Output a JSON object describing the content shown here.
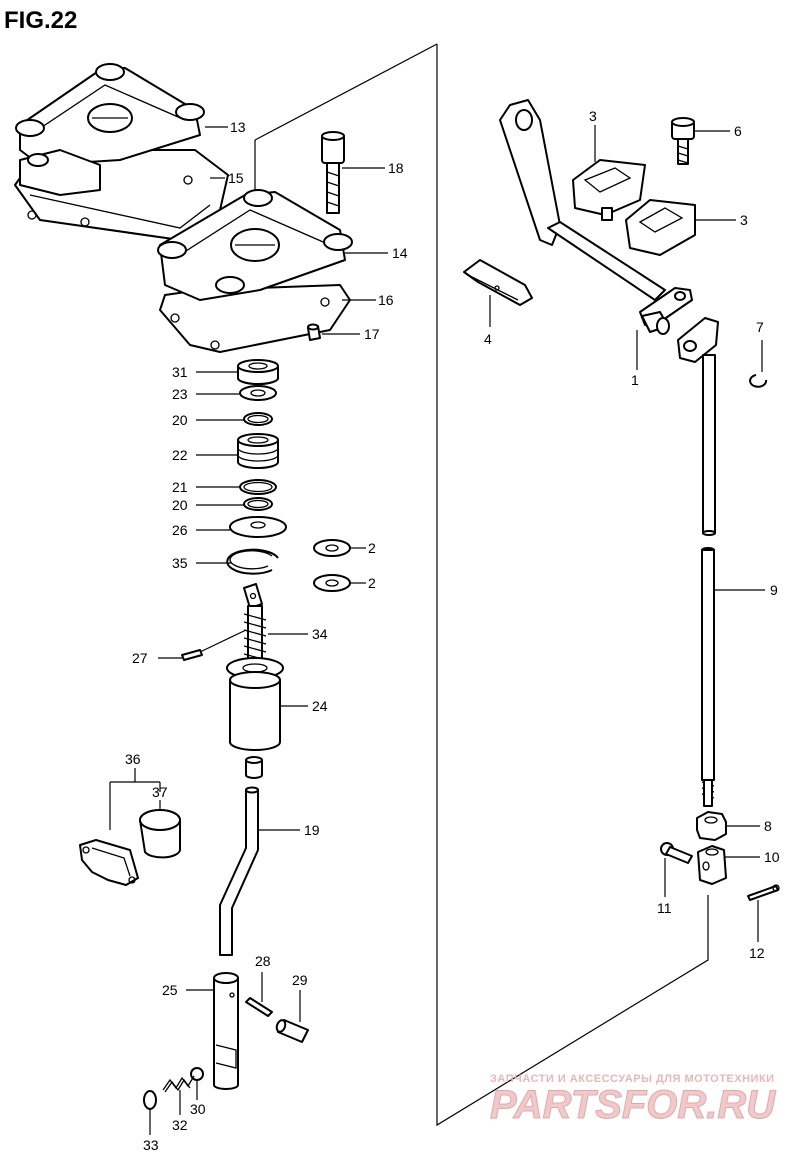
{
  "figure": {
    "title": "FIG.22"
  },
  "watermark": {
    "tagline": "ЗАПЧАСТИ И АКСЕССУАРЫ ДЛЯ МОТОТЕХНИКИ",
    "brand": "PARTSFOR.RU"
  },
  "callouts": {
    "c1": "1",
    "c2a": "2",
    "c2b": "2",
    "c3a": "3",
    "c3b": "3",
    "c4": "4",
    "c6": "6",
    "c7": "7",
    "c8": "8",
    "c9": "9",
    "c10": "10",
    "c11": "11",
    "c12": "12",
    "c13": "13",
    "c14": "14",
    "c15": "15",
    "c16": "16",
    "c17": "17",
    "c18": "18",
    "c19": "19",
    "c20a": "20",
    "c20b": "20",
    "c21": "21",
    "c22": "22",
    "c23": "23",
    "c24": "24",
    "c25": "25",
    "c26": "26",
    "c27": "27",
    "c28": "28",
    "c29": "29",
    "c30": "30",
    "c31": "31",
    "c32": "32",
    "c33": "33",
    "c34": "34",
    "c35": "35",
    "c36": "36",
    "c37": "37"
  }
}
